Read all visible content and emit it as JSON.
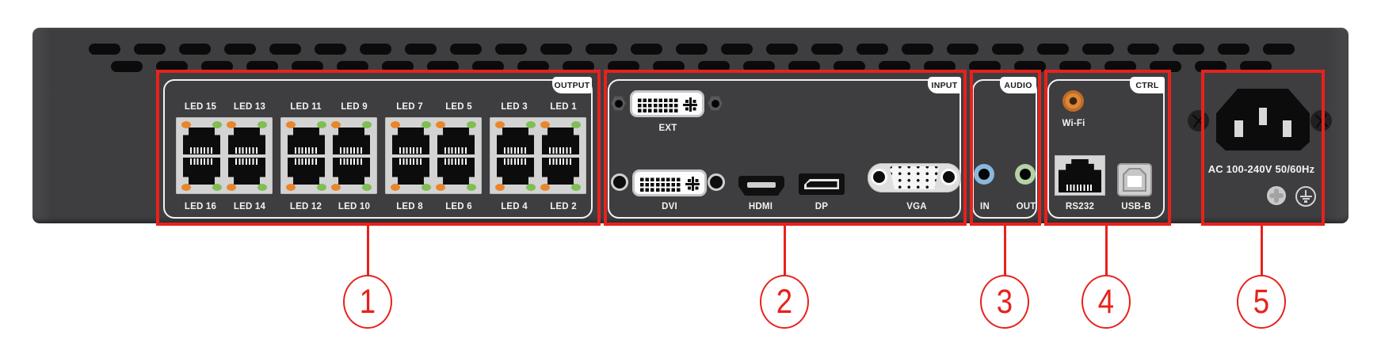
{
  "device": {
    "name": "led-video-processor-rear-panel",
    "sections": [
      {
        "number": "1",
        "tab": "OUTPUT",
        "top_ports": [
          "LED 15",
          "LED 13",
          "LED 11",
          "LED 9",
          "LED 7",
          "LED 5",
          "LED 3",
          "LED 1"
        ],
        "bottom_ports": [
          "LED 16",
          "LED 14",
          "LED 12",
          "LED 10",
          "LED 8",
          "LED 6",
          "LED 4",
          "LED 2"
        ]
      },
      {
        "number": "2",
        "tab": "INPUT",
        "connectors": {
          "ext": "EXT",
          "dvi": "DVI",
          "hdmi": "HDMI",
          "dp": "DP",
          "vga": "VGA"
        }
      },
      {
        "number": "3",
        "tab": "AUDIO",
        "jacks": {
          "in": "IN",
          "out": "OUT"
        }
      },
      {
        "number": "4",
        "tab": "CTRL",
        "connectors": {
          "wifi": "Wi-Fi",
          "rs232": "RS232",
          "usb": "USB-B"
        }
      },
      {
        "number": "5",
        "power_rating": "AC 100-240V 50/60Hz"
      }
    ],
    "callouts": [
      {
        "label": "1"
      },
      {
        "label": "2"
      },
      {
        "label": "3"
      },
      {
        "label": "4"
      },
      {
        "label": "5"
      }
    ],
    "colors": {
      "accent_red": "#e8211c",
      "chassis": "#3e3e40",
      "led_orange": "#e8862e",
      "led_green": "#7fbe52",
      "audio_in_ring": "#8ab7dc",
      "audio_out_ring": "#b5d2a6",
      "wifi_orange": "#dd8736"
    }
  }
}
